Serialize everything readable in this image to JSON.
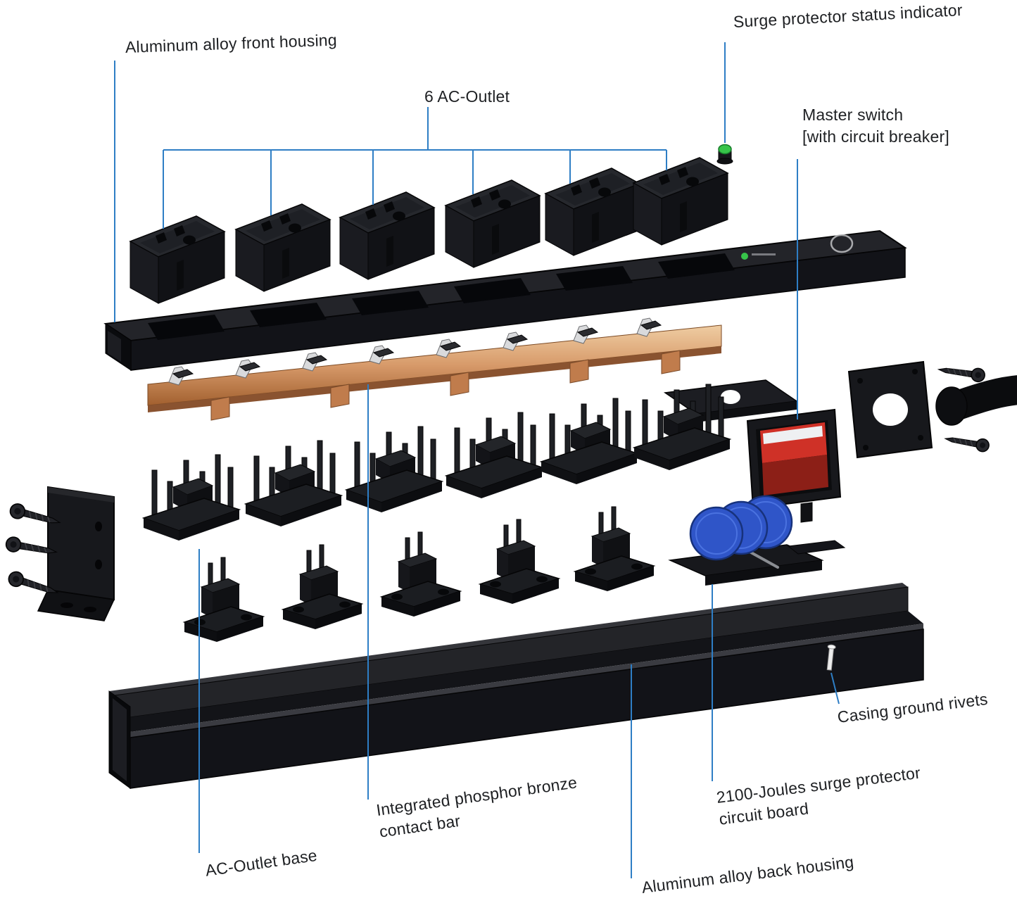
{
  "diagram": {
    "labels": {
      "front_housing": "Aluminum alloy front housing",
      "six_ac_outlet": "6 AC-Outlet",
      "status_indicator": "Surge protector status indicator",
      "master_switch_line1": "Master switch",
      "master_switch_line2": "[with circuit breaker]",
      "ground_rivets": "Casing ground rivets",
      "surge_board_line1": "2100-Joules surge protector",
      "surge_board_line2": "circuit board",
      "back_housing": "Aluminum alloy back housing",
      "contact_bar_line1": "Integrated phosphor bronze",
      "contact_bar_line2": "contact bar",
      "outlet_base": "AC-Outlet base"
    },
    "colors": {
      "leader_line": "#2e7ec5",
      "housing_black": "#121318",
      "copper": "#d79a6a",
      "mov_blue": "#2f55c8",
      "switch_red": "#cf3127",
      "led_green": "#37c44a"
    }
  }
}
